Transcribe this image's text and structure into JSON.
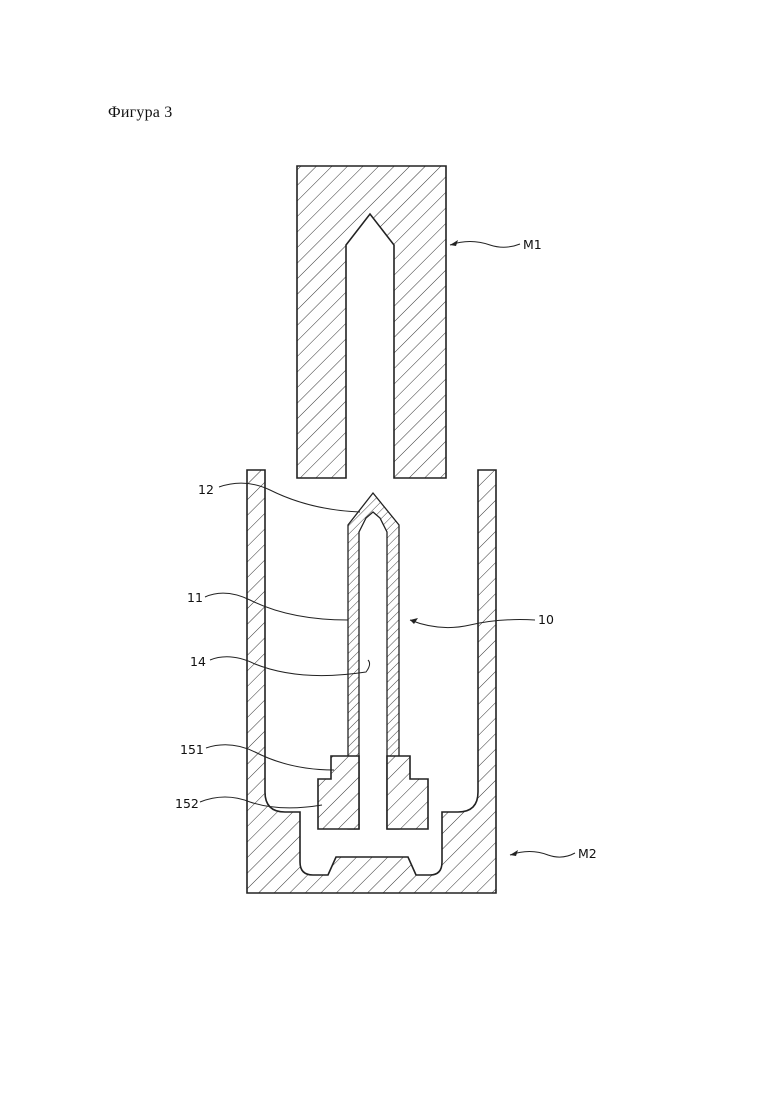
{
  "figure": {
    "title": "Фигура 3",
    "labels": {
      "m1": "M1",
      "m2": "M2",
      "l10": "10",
      "l11": "11",
      "l12": "12",
      "l14": "14",
      "l151": "151",
      "l152": "152"
    }
  }
}
